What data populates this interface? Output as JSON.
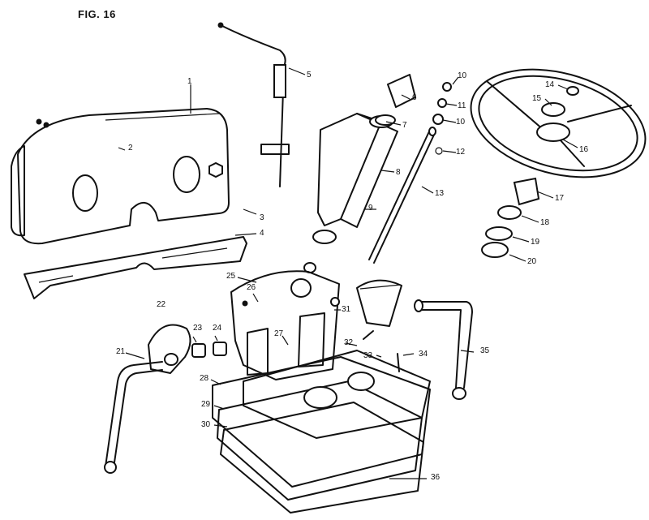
{
  "figure": {
    "title": "FIG. 16"
  },
  "callouts": [
    "1",
    "2",
    "3",
    "4",
    "5",
    "6",
    "7",
    "8",
    "9",
    "10",
    "10",
    "11",
    "12",
    "13",
    "14",
    "15",
    "16",
    "17",
    "18",
    "19",
    "20",
    "21",
    "22",
    "23",
    "24",
    "25",
    "26",
    "27",
    "28",
    "29",
    "30",
    "31",
    "32",
    "33",
    "34",
    "35",
    "36"
  ]
}
